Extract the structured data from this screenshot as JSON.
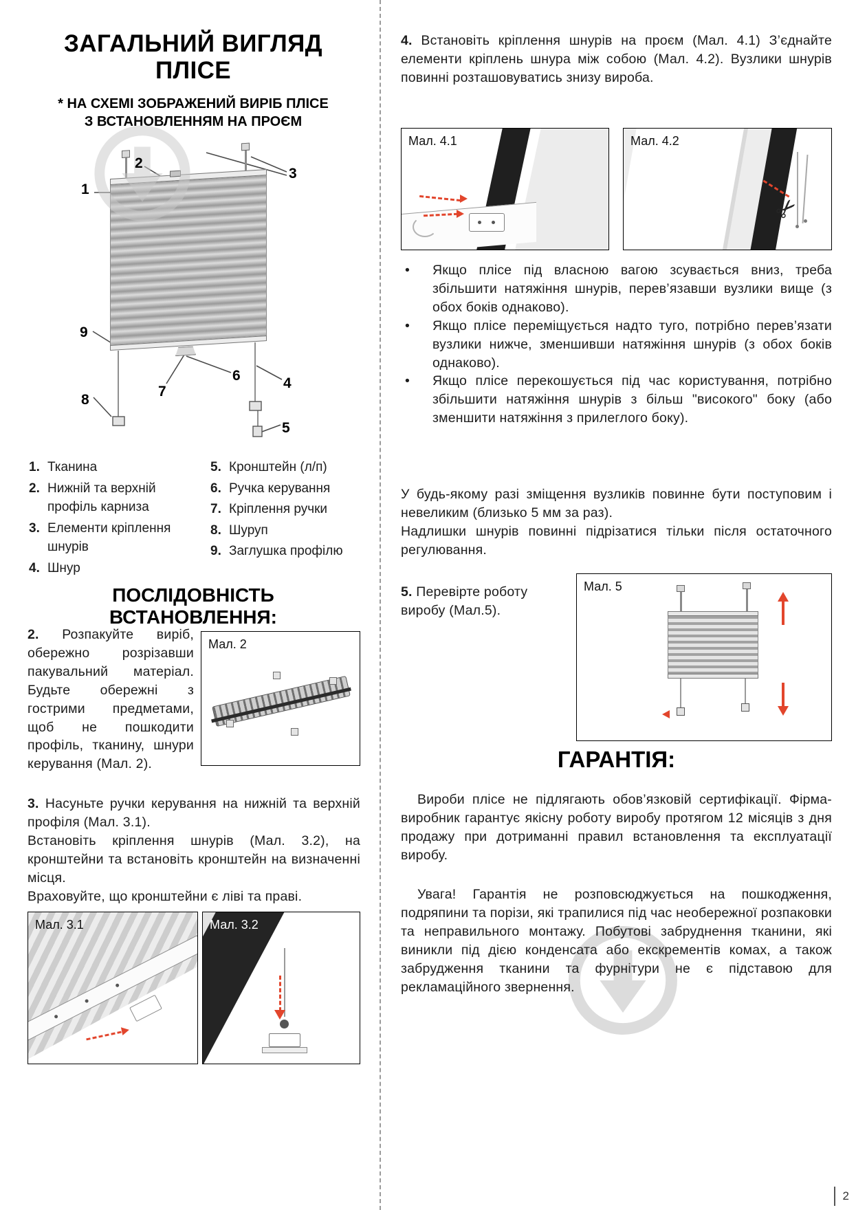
{
  "page": {
    "number": "2"
  },
  "left": {
    "title": {
      "line1": "ЗАГАЛЬНИЙ ВИГЛЯД",
      "line2": "ПЛІСЕ"
    },
    "subtitle": {
      "line1": "* НА СХЕМІ ЗОБРАЖЕНИЙ ВИРІБ ПЛІСЕ",
      "line2": "З ВСТАНОВЛЕННЯМ НА ПРОЄМ"
    },
    "callouts": {
      "n1": "1",
      "n2": "2",
      "n3": "3",
      "n4": "4",
      "n5": "5",
      "n6": "6",
      "n7": "7",
      "n8": "8",
      "n9": "9"
    },
    "legend_col1": [
      {
        "num": "1.",
        "text": "Тканина"
      },
      {
        "num": "2.",
        "text": "Нижній та верхній профіль карниза"
      },
      {
        "num": "3.",
        "text": "Елементи кріплення шнурів"
      },
      {
        "num": "4.",
        "text": "Шнур"
      }
    ],
    "legend_col2": [
      {
        "num": "5.",
        "text": "Кронштейн (л/п)"
      },
      {
        "num": "6.",
        "text": "Ручка керування"
      },
      {
        "num": "7.",
        "text": "Кріплення ручки"
      },
      {
        "num": "8.",
        "text": "Шуруп"
      },
      {
        "num": "9.",
        "text": "Заглушка профілю"
      }
    ],
    "sequence_heading": "ПОСЛІДОВНІСТЬ ВСТАНОВЛЕННЯ:",
    "step2": {
      "num": "2.",
      "text": "Розпакуйте виріб, обережно розрізавши пакувальний матеріал. Будьте обережні з гострими предметами, щоб не пошкодити профіль, тканину, шнури керування (Мал. 2)."
    },
    "fig2_label": "Мал. 2",
    "step3": {
      "num": "3.",
      "p1": "Насуньте ручки керування на нижній та верхній профіля (Мал. 3.1).",
      "p2": "Встановіть кріплення шнурів (Мал. 3.2), на кронштейни та встановіть кронштейн на визначенні місця.",
      "p3": "Враховуйте, що кронштейни є ліві та праві."
    },
    "fig31_label": "Мал. 3.1",
    "fig32_label": "Мал. 3.2"
  },
  "right": {
    "step4": {
      "num": "4.",
      "text": "Встановіть кріплення шнурів на проєм (Мал. 4.1) З’єднайте елементи кріплень шнура між собою (Мал. 4.2). Вузлики шнурів повинні розташовуватись знизу вироба."
    },
    "fig41_label": "Мал. 4.1",
    "fig42_label": "Мал. 4.2",
    "fig42_scissors": "✂",
    "bullet_char": "•",
    "bullets": [
      "Якщо плісе під власною вагою зсувається вниз, треба збільшити натяжіння шнурів, перев’язавши вузлики вище (з обох боків однаково).",
      "Якщо плісе переміщується надто туго, потрібно перев’язати вузлики нижче, зменшивши натяжіння шнурів (з обох боків однаково).",
      "Якщо плісе перекошується під час користування, потрібно збільшити натяжіння шнурів з більш \"високого\" боку (або зменшити натяжіння з прилеглого боку)."
    ],
    "note_p1": "У будь-якому разі зміщення вузликів повинне бути поступовим і невеликим (близько 5 мм за раз).",
    "note_p2": "Надлишки шнурів повинні підрізатися тільки після остаточного регулювання.",
    "step5": {
      "num": "5.",
      "text": "Перевірте роботу виробу (Мал.5)."
    },
    "fig5_label": "Мал. 5",
    "warranty": {
      "heading": "ГАРАНТІЯ:",
      "p1": "Вироби плісе не підлягають обов’язковій сертифікації. Фірма-виробник гарантує якісну роботу виробу протягом 12 місяців з дня продажу при дотриманні правил встановлення та експлуатації виробу.",
      "p2": "Увага! Гарантія не розповсюджується на пошкодження, подряпини та порізи, які трапилися під час необережної розпаковки та неправильного монтажу. Побутові забруднення тканини, які виникли під дією конденсата або екскрементів комах, а також забрудження тканини та фурнітури не є підставою для рекламаційного звернення."
    }
  },
  "colors": {
    "accent_red": "#e2452c",
    "watermark": "#c9c9c9"
  }
}
